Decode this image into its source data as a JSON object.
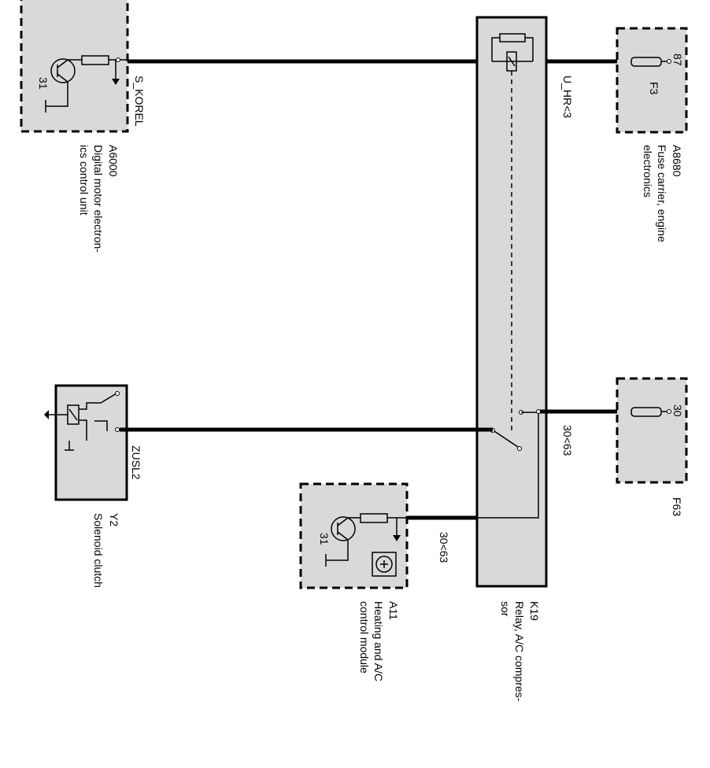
{
  "components": {
    "a6000": {
      "code": "A6000",
      "desc_line1": "Digital motor electron-",
      "desc_line2": "ics control unit",
      "pin": "31"
    },
    "a8680": {
      "code": "A8680",
      "desc_line1": "Fuse carrier, engine",
      "desc_line2": "electronics",
      "pin": "87",
      "fuse": "F3"
    },
    "y2": {
      "code": "Y2",
      "desc": "Solenoid clutch"
    },
    "f63": {
      "code": "F63",
      "pin": "30"
    },
    "a11": {
      "code": "A11",
      "desc_line1": "Heating and A/C",
      "desc_line2": "control module",
      "pin": "31"
    },
    "k19": {
      "code": "K19",
      "desc_line1": "Relay, A/C compres-",
      "desc_line2": "sor"
    }
  },
  "wires": {
    "s_korel": "S_KOREL",
    "u_hr": "U_HR<3",
    "zusl2": "ZUSL2",
    "w30_63_right": "30<63",
    "w30_63_a11": "30<63"
  }
}
